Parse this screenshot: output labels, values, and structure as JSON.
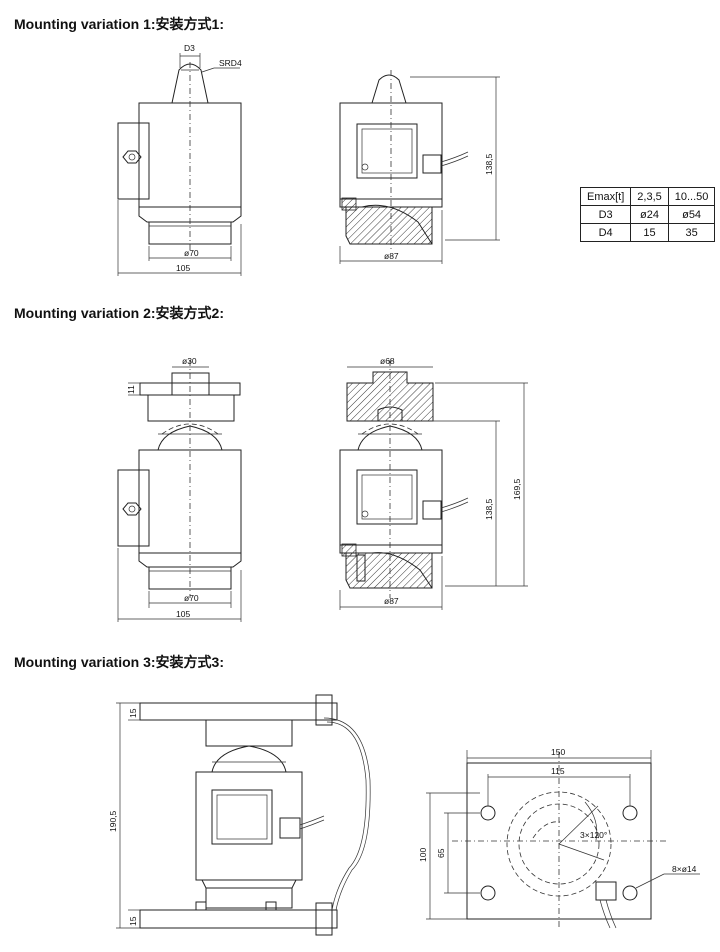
{
  "sections": {
    "s1": "Mounting variation 1:安装方式1:",
    "s2": "Mounting variation 2:安装方式2:",
    "s3": "Mounting variation 3:安装方式3:"
  },
  "dims": {
    "d3": "D3",
    "srd4": "SRD4",
    "dia70": "ø70",
    "w105": "105",
    "dia87": "ø87",
    "h138": "138,5",
    "dia30": "ø30",
    "h11": "11",
    "dia68": "ø68",
    "h169": "169,5",
    "h190": "190,5",
    "h15a": "15",
    "h15b": "15",
    "w150": "150",
    "w115": "115",
    "h100": "100",
    "h65": "65",
    "ang": "3×120°",
    "holes": "8×ø14"
  },
  "table": {
    "header": [
      "Emax[t]",
      "2,3,5",
      "10...50"
    ],
    "rows": [
      [
        "D3",
        "ø24",
        "ø54"
      ],
      [
        "D4",
        "15",
        "35"
      ]
    ]
  }
}
